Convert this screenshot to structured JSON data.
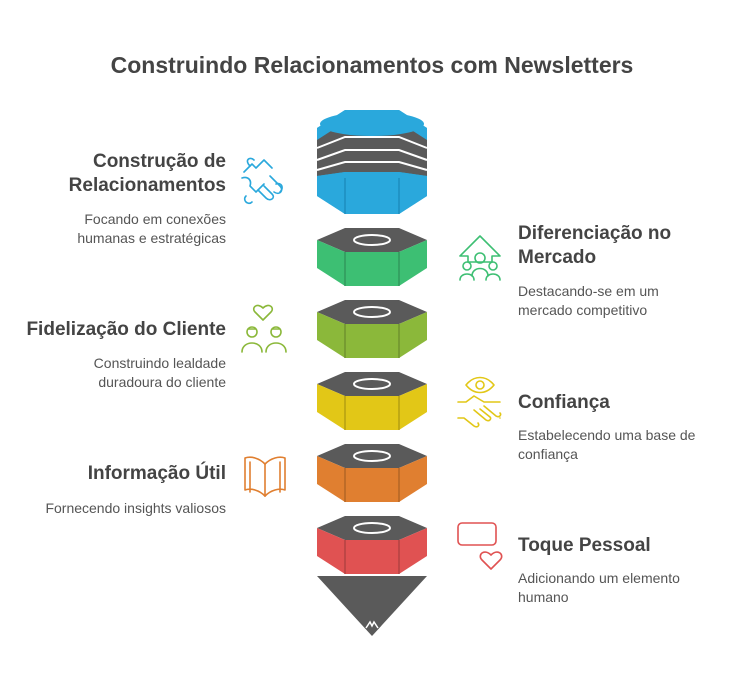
{
  "title": "Construindo Relacionamentos com Newsletters",
  "items": [
    {
      "heading_line1": "Construção de",
      "heading_line2": "Relacionamentos",
      "desc_line1": "Focando em conexões",
      "desc_line2": "humanas e estratégicas",
      "icon": "handshake-puzzle-icon",
      "color": "#2aa8dc"
    },
    {
      "heading_line1": "Diferenciação no",
      "heading_line2": "Mercado",
      "desc_line1": "Destacando-se em um",
      "desc_line2": "mercado competitivo",
      "icon": "growth-people-icon",
      "color": "#3dbf73"
    },
    {
      "heading_line1": "Fidelização do Cliente",
      "desc_line1": "Construindo lealdade",
      "desc_line2": "duradoura do cliente",
      "icon": "couple-heart-icon",
      "color": "#8bb83a"
    },
    {
      "heading_line1": "Confiança",
      "desc_line1": "Estabelecendo uma base de",
      "desc_line2": "confiança",
      "icon": "eye-handshake-icon",
      "color": "#e2c717"
    },
    {
      "heading_line1": "Informação Útil",
      "desc_line1": "Fornecendo insights valiosos",
      "icon": "open-book-icon",
      "color": "#e07f30"
    },
    {
      "heading_line1": "Toque Pessoal",
      "desc_line1": "Adicionando um elemento",
      "desc_line2": "humano",
      "icon": "message-heart-icon",
      "color": "#e05252"
    }
  ]
}
